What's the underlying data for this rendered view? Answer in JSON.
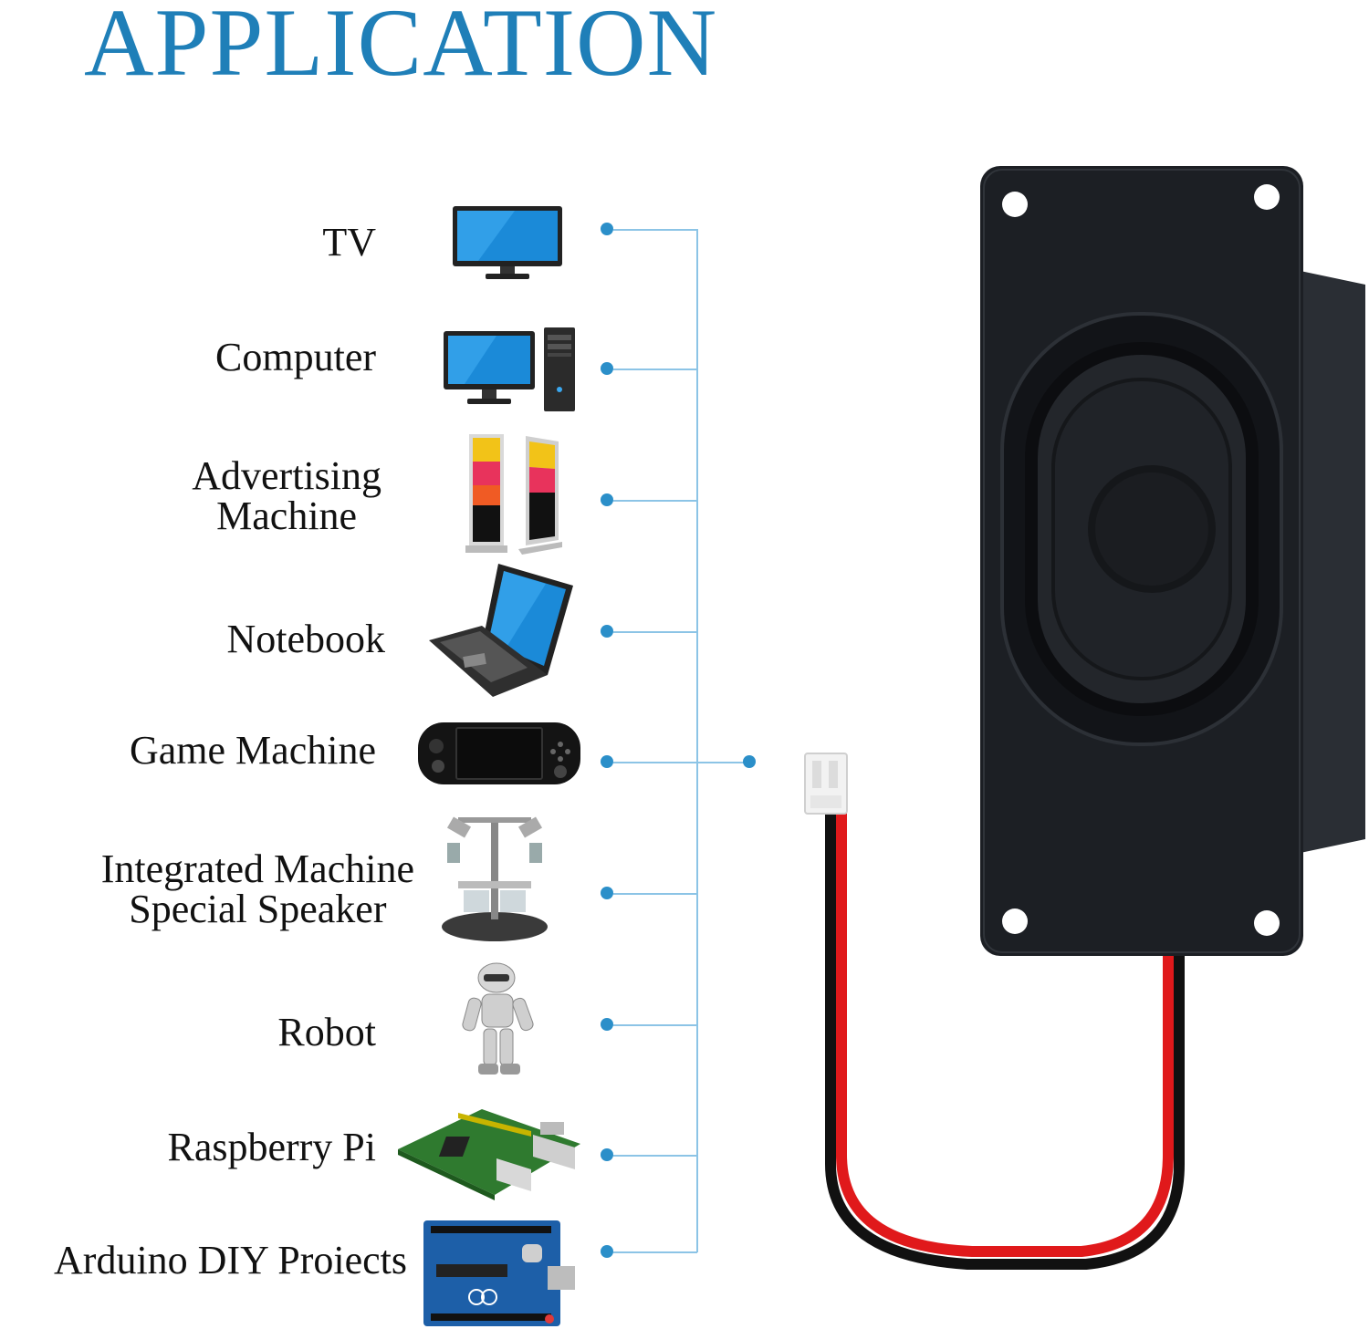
{
  "title": "APPLICATION",
  "applications": [
    {
      "label": "TV",
      "icon": "tv-icon"
    },
    {
      "label": "Computer",
      "icon": "desktop-computer-icon"
    },
    {
      "label_line1": "Advertising",
      "label_line2": "Machine",
      "icon": "advertising-kiosk-icon"
    },
    {
      "label": "Notebook",
      "icon": "laptop-icon"
    },
    {
      "label": "Game Machine",
      "icon": "handheld-console-icon"
    },
    {
      "label_line1": "Integrated Machine",
      "label_line2": "Special Speaker",
      "icon": "industrial-machine-icon"
    },
    {
      "label": "Robot",
      "icon": "robot-icon"
    },
    {
      "label": "Raspberry Pi",
      "icon": "raspberry-pi-board-icon"
    },
    {
      "label": "Arduino DIY Proiects",
      "icon": "arduino-board-icon"
    }
  ],
  "colors": {
    "title": "#1f7fb8",
    "connector_dot": "#2b8fc9",
    "connector_line": "#8cc4e6",
    "speaker_body": "#1c1f24",
    "wire_red": "#e0191b",
    "wire_black": "#111111"
  },
  "product": {
    "icon": "speaker-icon",
    "connector_icon": "jst-connector-icon"
  }
}
